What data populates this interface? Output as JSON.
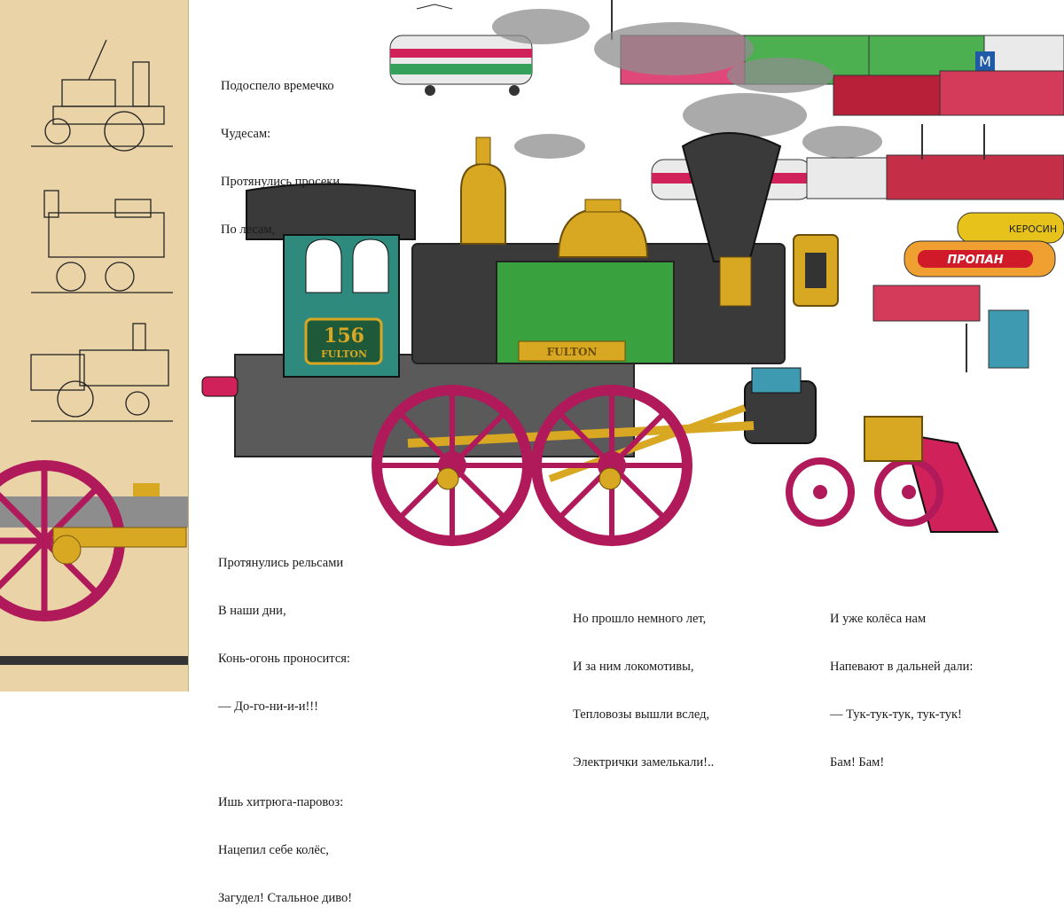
{
  "verses": {
    "top_left": [
      "Подоспело времечко",
      "Чудесам:",
      "Протянулись просеки",
      "По лесам,"
    ],
    "middle_left": [
      "Протянулись рельсами",
      "В наши дни,",
      "Конь-огонь проносится:",
      "— До-го-ни-и-и!!!",
      "",
      "Ишь хитрюга-паровоз:",
      "Нацепил себе колёс,",
      "Загудел! Стальное диво!"
    ],
    "bottom_center": [
      "Но прошло немного лет,",
      "И за ним локомотивы,",
      "Тепловозы вышли вслед,",
      "Электрички замелькали!.."
    ],
    "bottom_right": [
      "И уже колёса нам",
      "Напевают в дальней дали:",
      "— Тук-тук-тук, тук-тук!",
      "Бам! Бам!"
    ]
  },
  "locomotive": {
    "number": "156",
    "name": "FULTON",
    "boiler_plate": "FULTON"
  },
  "tank_car_label": "ПРОПАН",
  "tank_car_label_2": "КЕРОСИН",
  "metro_sign": "М",
  "colors": {
    "strip": "#ead3a6",
    "cab_green": "#2f8a7e",
    "boiler_green": "#3aa13f",
    "brass": "#d9a822",
    "wheel_red": "#b0195a",
    "smokestack": "#3a3a3a"
  }
}
